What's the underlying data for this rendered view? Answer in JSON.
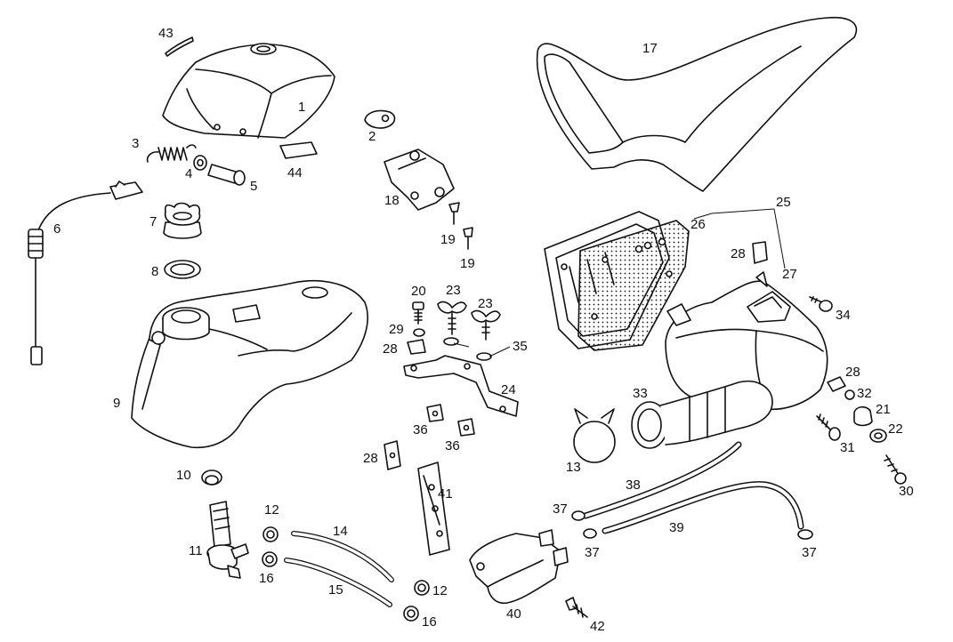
{
  "callouts": {
    "p1": "1",
    "p2": "2",
    "p3": "3",
    "p4": "4",
    "p5": "5",
    "p6": "6",
    "p7": "7",
    "p8": "8",
    "p9": "9",
    "p10": "10",
    "p11": "11",
    "p12a": "12",
    "p12b": "12",
    "p13": "13",
    "p14": "14",
    "p15": "15",
    "p16a": "16",
    "p16b": "16",
    "p17": "17",
    "p18": "18",
    "p19a": "19",
    "p19b": "19",
    "p20": "20",
    "p21": "21",
    "p22": "22",
    "p23a": "23",
    "p23b": "23",
    "p24": "24",
    "p25": "25",
    "p26": "26",
    "p27": "27",
    "p28a": "28",
    "p28b": "28",
    "p28c": "28",
    "p28d": "28",
    "p29": "29",
    "p30": "30",
    "p31": "31",
    "p32": "32",
    "p33": "33",
    "p34": "34",
    "p35": "35",
    "p36a": "36",
    "p36b": "36",
    "p37a": "37",
    "p37b": "37",
    "p37c": "37",
    "p38": "38",
    "p39": "39",
    "p40": "40",
    "p41": "41",
    "p42": "42",
    "p43": "43",
    "p44": "44"
  },
  "colors": {
    "line": "#111111",
    "background": "#ffffff"
  }
}
